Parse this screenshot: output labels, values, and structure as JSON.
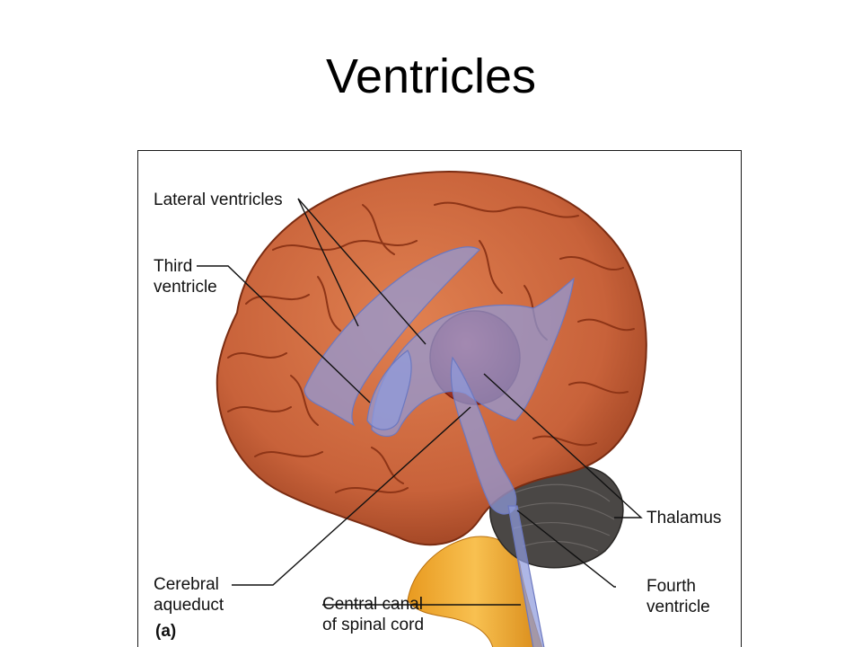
{
  "slide": {
    "title": "Ventricles"
  },
  "figure": {
    "panel_label": "(a)",
    "labels": {
      "lateral_ventricles": "Lateral ventricles",
      "third_ventricle_1": "Third",
      "third_ventricle_2": "ventricle",
      "thalamus": "Thalamus",
      "fourth_ventricle_1": "Fourth",
      "fourth_ventricle_2": "ventricle",
      "cerebral_aqueduct_1": "Cerebral",
      "cerebral_aqueduct_2": "aqueduct",
      "central_canal_1": "Central canal",
      "central_canal_2": "of spinal cord"
    },
    "colors": {
      "brain": "#c8623a",
      "brain_dark": "#8e3517",
      "ventricle": "#8f9bdc",
      "thalamus": "#b33a26",
      "cerebellum": "#4a4745",
      "brainstem": "#f0a82a"
    }
  }
}
